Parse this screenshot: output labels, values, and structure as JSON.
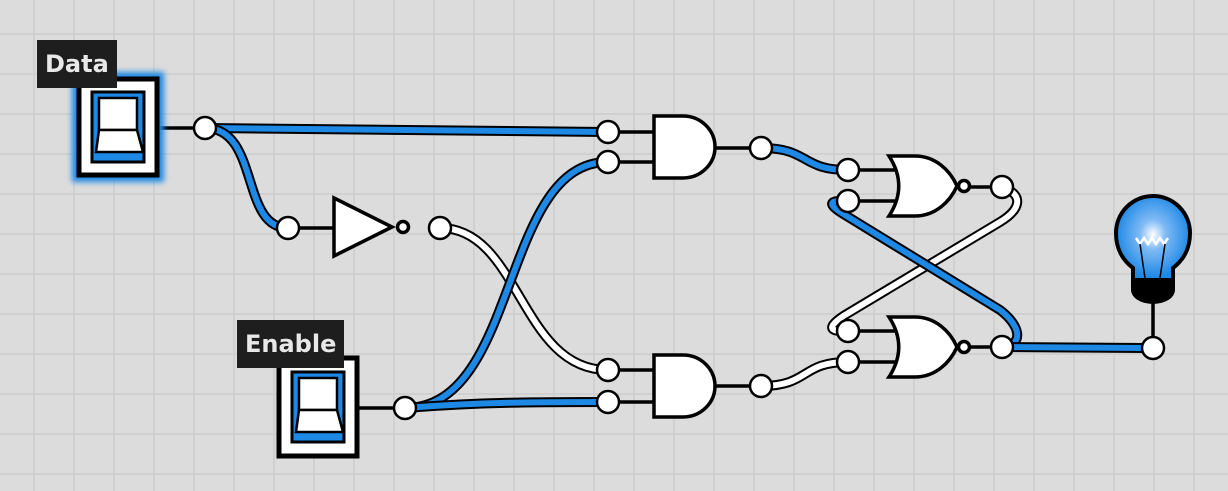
{
  "inputs": [
    {
      "label": "Data",
      "state": "on"
    },
    {
      "label": "Enable",
      "state": "on"
    }
  ],
  "output": {
    "name": "light-bulb",
    "state": "on"
  },
  "colors": {
    "active_wire": "#1e88e5",
    "inactive_wire": "#ffffff",
    "background": "#dcdcdc"
  }
}
